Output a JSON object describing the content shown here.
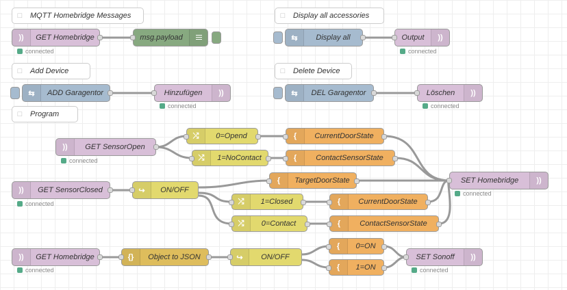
{
  "comments": [
    {
      "id": "c1",
      "label": "MQTT Homebridge Messages"
    },
    {
      "id": "c2",
      "label": "Display all accessories"
    },
    {
      "id": "c3",
      "label": "Add Device"
    },
    {
      "id": "c4",
      "label": "Delete Device"
    },
    {
      "id": "c5",
      "label": "Program"
    }
  ],
  "nodes": {
    "get_homebridge_1": {
      "label": "GET Homebridge",
      "status": "connected",
      "type": "mqtt-in",
      "icon": "mqtt-icon"
    },
    "msg_payload": {
      "label": "msg.payload",
      "type": "debug",
      "icon": "debug-list-icon"
    },
    "display_all": {
      "label": "Display all",
      "type": "homebridge",
      "icon": "arrows-icon"
    },
    "output": {
      "label": "Output",
      "status": "connected",
      "type": "mqtt-out",
      "icon": "mqtt-icon"
    },
    "add_garagentor": {
      "label": "ADD Garagentor",
      "type": "homebridge",
      "icon": "arrows-icon"
    },
    "hinzufuegen": {
      "label": "Hinzufügen",
      "status": "connected",
      "type": "mqtt-out",
      "icon": "mqtt-icon"
    },
    "del_garagentor": {
      "label": "DEL Garagentor",
      "type": "homebridge",
      "icon": "arrows-icon"
    },
    "loeschen": {
      "label": "Löschen",
      "status": "connected",
      "type": "mqtt-out",
      "icon": "mqtt-icon"
    },
    "get_sensor_open": {
      "label": "GET SensorOpen",
      "status": "connected",
      "type": "mqtt-in",
      "icon": "mqtt-icon"
    },
    "opend": {
      "label": "0=Opend",
      "type": "change",
      "icon": "shuffle-icon"
    },
    "nocontact": {
      "label": "1=NoContact",
      "type": "change",
      "icon": "shuffle-icon"
    },
    "current_door_state_1": {
      "label": "CurrentDoorState",
      "type": "template",
      "icon": "brace-icon"
    },
    "contact_sensor_state_1": {
      "label": "ContactSensorState",
      "type": "template",
      "icon": "brace-icon"
    },
    "set_homebridge": {
      "label": "SET Homebridge",
      "status": "connected",
      "type": "mqtt-out",
      "icon": "mqtt-icon"
    },
    "get_sensor_closed": {
      "label": "GET SensorClosed",
      "status": "connected",
      "type": "mqtt-in",
      "icon": "mqtt-icon"
    },
    "on_off_1": {
      "label": "ON/OFF",
      "type": "switch",
      "icon": "switch-icon"
    },
    "target_door_state": {
      "label": "TargetDoorState",
      "type": "template",
      "icon": "brace-icon"
    },
    "closed": {
      "label": "1=Closed",
      "type": "change",
      "icon": "shuffle-icon"
    },
    "contact": {
      "label": "0=Contact",
      "type": "change",
      "icon": "shuffle-icon"
    },
    "current_door_state_2": {
      "label": "CurrentDoorState",
      "type": "template",
      "icon": "brace-icon"
    },
    "contact_sensor_state_2": {
      "label": "ContactSensorState",
      "type": "template",
      "icon": "brace-icon"
    },
    "get_homebridge_2": {
      "label": "GET Homebridge",
      "status": "connected",
      "type": "mqtt-in",
      "icon": "mqtt-icon"
    },
    "object_to_json": {
      "label": "Object to JSON",
      "type": "json",
      "icon": "json-icon"
    },
    "on_off_2": {
      "label": "ON/OFF",
      "type": "switch",
      "icon": "switch-icon"
    },
    "zero_on": {
      "label": "0=ON",
      "type": "template",
      "icon": "brace-icon"
    },
    "one_on": {
      "label": "1=ON",
      "type": "template",
      "icon": "brace-icon"
    },
    "set_sonoff": {
      "label": "SET Sonoff",
      "status": "connected",
      "type": "mqtt-out",
      "icon": "mqtt-icon"
    }
  },
  "colors": {
    "mqtt": "#d8bfd8",
    "change": "#e2d96e",
    "switch": "#e2d96e",
    "json": "#debd5c",
    "template": "#f0b060",
    "homebridge": "#a6bbcf",
    "debug": "#87a980",
    "status_ok": "#5a8",
    "wire": "#999"
  }
}
